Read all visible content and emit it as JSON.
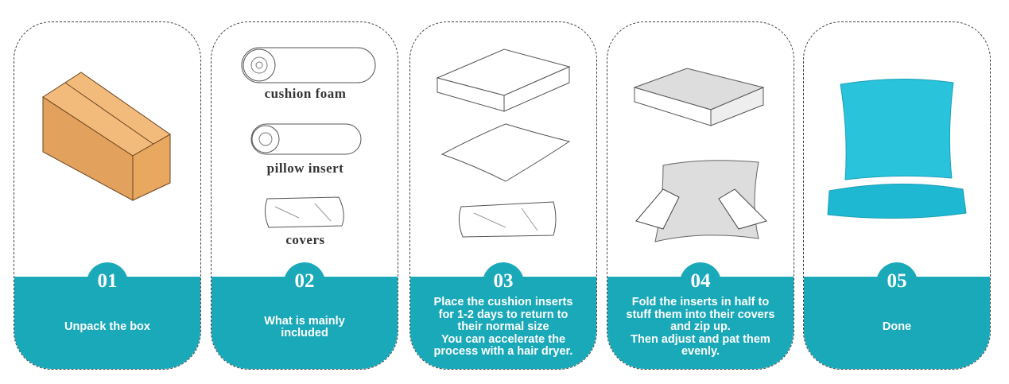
{
  "steps": [
    {
      "number": "01",
      "text": "Unpack the box"
    },
    {
      "number": "02",
      "text": "What is mainly\nincluded",
      "items": [
        "cushion foam",
        "pillow insert",
        "covers"
      ]
    },
    {
      "number": "03",
      "text": "Place the cushion inserts\nfor 1-2 days to return to\ntheir normal size\nYou can accelerate the\nprocess with a hair dryer."
    },
    {
      "number": "04",
      "text": "Fold the inserts in half to\nstuff them into their covers\nand zip up.\nThen adjust and pat them\nevenly."
    },
    {
      "number": "05",
      "text": "Done"
    }
  ],
  "colors": {
    "teal": "#1aa9b9",
    "box": "#e3a05a",
    "cushion": "#29c3dc"
  }
}
